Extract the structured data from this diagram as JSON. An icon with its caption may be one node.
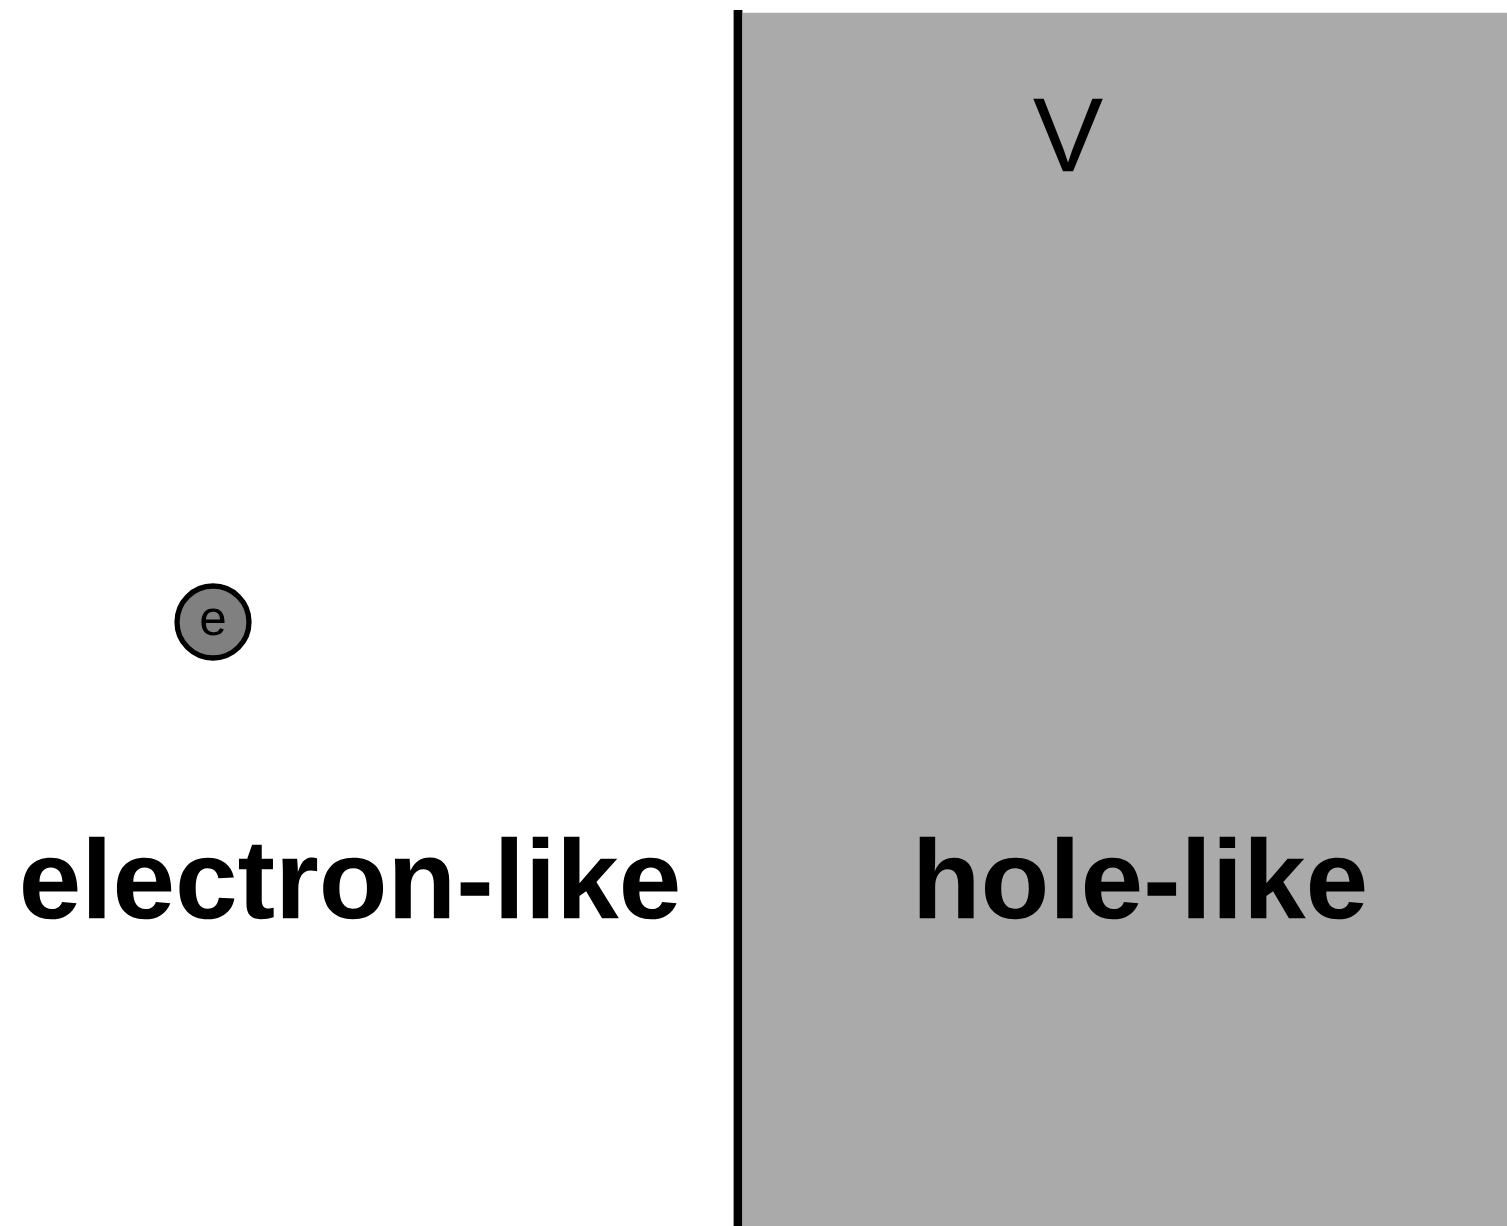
{
  "diagram": {
    "nodes": [
      {
        "text": [
          "V",
          "hole-like"
        ]
      },
      {
        "text": [
          "e"
        ]
      }
    ],
    "labels": [
      "electron-like"
    ]
  }
}
